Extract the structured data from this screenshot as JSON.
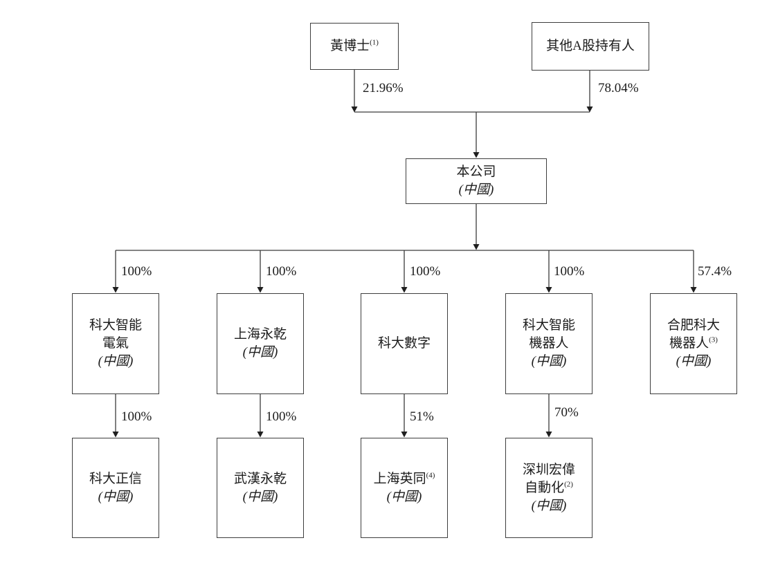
{
  "chart": {
    "shareholders": {
      "huang": {
        "name": "黃博士",
        "footnote": "(1)",
        "pct": "21.96%"
      },
      "other_a": {
        "name": "其他A股持有人",
        "pct": "78.04%"
      }
    },
    "company": {
      "name": "本公司",
      "country": "(中國)"
    },
    "subsidiaries": [
      {
        "name1": "科大智能",
        "name2": "電氣",
        "country": "(中國)",
        "pct": "100%"
      },
      {
        "name1": "上海永乾",
        "country": "(中國)",
        "pct": "100%"
      },
      {
        "name1": "科大數字",
        "pct": "100%"
      },
      {
        "name1": "科大智能",
        "name2": "機器人",
        "country": "(中國)",
        "pct": "100%"
      },
      {
        "name1": "合肥科大",
        "name2": "機器人",
        "footnote": "(3)",
        "country": "(中國)",
        "pct": "57.4%"
      }
    ],
    "sub_subsidiaries": [
      {
        "name1": "科大正信",
        "country": "(中國)",
        "pct": "100%"
      },
      {
        "name1": "武漢永乾",
        "country": "(中國)",
        "pct": "100%"
      },
      {
        "name1": "上海英同",
        "footnote": "(4)",
        "country": "(中國)",
        "pct": "51%"
      },
      {
        "name1": "深圳宏偉",
        "name2": "自動化",
        "footnote": "(2)",
        "country": "(中國)",
        "pct": "70%"
      }
    ],
    "colors": {
      "line": "#3a3a3a",
      "text": "#1c1c1c",
      "background": "#ffffff"
    }
  }
}
